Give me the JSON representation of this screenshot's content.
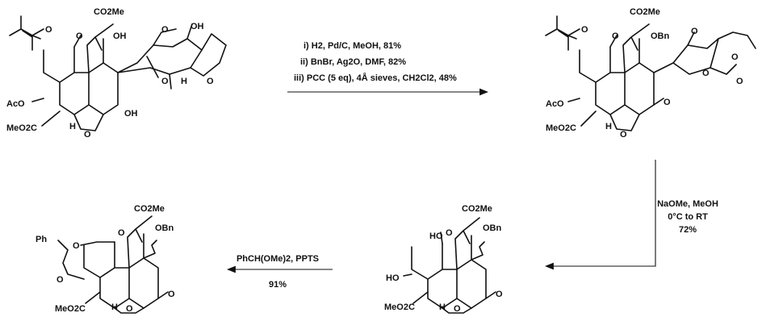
{
  "molecules": {
    "start": {
      "labels": {
        "co2me": "CO2Me",
        "oh_top": "OH",
        "oh_right": "OH",
        "oh_bottom": "OH",
        "aco": "AcO",
        "meo2c": "MeO2C",
        "h_ring": "H",
        "o_ring": "O",
        "h_acetal": "H",
        "o1": "O",
        "o2": "O",
        "o3": "O",
        "o4": "O"
      }
    },
    "intermediate": {
      "labels": {
        "co2me": "CO2Me",
        "obn": "OBn",
        "aco": "AcO",
        "meo2c": "MeO2C",
        "h_ring": "H",
        "o_ring": "O",
        "o_ketone": "O",
        "o1": "O",
        "o2": "O",
        "o3": "O",
        "o4": "O",
        "o5": "O",
        "o6": "O"
      }
    },
    "diol": {
      "labels": {
        "co2me": "CO2Me",
        "obn": "OBn",
        "ho_top": "HO",
        "ho_bottom": "HO",
        "meo2c": "MeO2C",
        "h_ring": "H",
        "o_ring": "O",
        "o_ketone": "O",
        "o1": "O"
      }
    },
    "acetal": {
      "labels": {
        "co2me": "CO2Me",
        "obn": "OBn",
        "ph": "Ph",
        "meo2c": "MeO2C",
        "h_ring": "H",
        "o_ring": "O",
        "o_ketone": "O",
        "o1": "O",
        "o2": "O",
        "o3": "O"
      }
    }
  },
  "steps": {
    "step1": {
      "line1": "i) H2, Pd/C, MeOH, 81%",
      "line2": "ii) BnBr, Ag2O, DMF, 82%",
      "line3": "iii) PCC (5 eq), 4Å sieves, CH2Cl2, 48%"
    },
    "step2": {
      "line1": "NaOMe, MeOH",
      "line2": "0°C to RT",
      "line3": "72%"
    },
    "step3": {
      "line1": "PhCH(OMe)2, PPTS",
      "line2": "91%"
    }
  }
}
